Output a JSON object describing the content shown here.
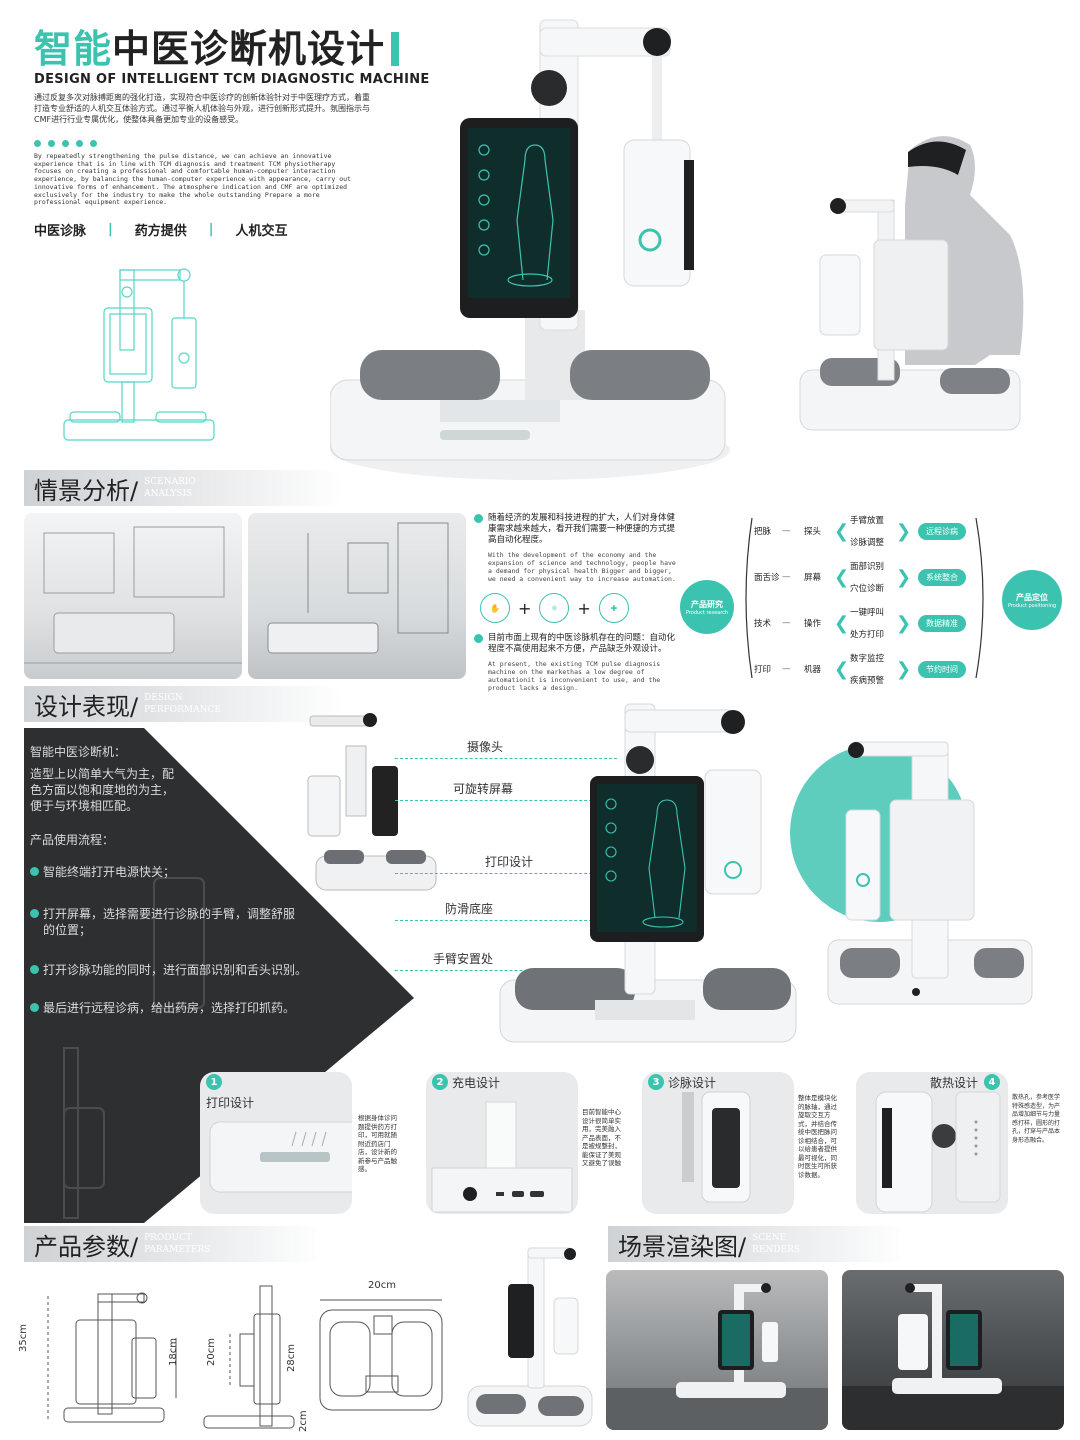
{
  "header": {
    "title_teal": "智能",
    "title_dark": "中医诊断机设计",
    "title_en": "DESIGN OF INTELLIGENT TCM DIAGNOSTIC MACHINE",
    "intro_cn": "通过反复多次对脉搏距离的强化打造，实现符合中医诊疗的创新体验针对于中医理疗方式，着重打造专业舒适的人机交互体验方式。通过平衡人机体验与外观，进行创新形式提升。氛围指示与CMF进行行业专属优化，使整体具备更加专业的设备感受。",
    "intro_en": "By repeatedly strengthening the pulse distance, we can achieve an innovative experience that is in line with TCM diagnosis and treatment TCM physiotherapy focuses on creating a professional and comfortable human-computer interaction experience, by balancing the human-computer experience with appearance, carry out innovative forms of enhancement. The atmosphere indication and CMF are optimized exclusively for the industry to make the whole outstanding Prepare a more professional equipment experience.",
    "keywords": [
      "中医诊脉",
      "药方提供",
      "人机交互"
    ],
    "separator": "|"
  },
  "scenario": {
    "title_cn": "情景分析/",
    "title_en_1": "SCENARIO",
    "title_en_2": "ANALYSIS",
    "para1_cn": "随着经济的发展和科技进程的扩大，人们对身体健康需求越来越大，看开我们需要一种便捷的方式提高自动化程度。",
    "para1_en": "With the development of the economy and the expansion of science and technology, people have a demand for physical health Bigger and bigger, we need a convenient way to increase automation.",
    "plus": "+",
    "research_label": "产品研究",
    "research_en": "Product research",
    "para2_cn": "目前市面上现有的中医诊脉机存在的问题：自动化程度不高使用起来不方便，产品缺乏外观设计。",
    "para2_en": "At present, the existing TCM pulse diagnosis machine on the markethas a low degree of automationit is inconvenient to use, and the product lacks a design."
  },
  "positioning": {
    "rows": [
      {
        "left": "把脉",
        "mid": "探头",
        "items": [
          "手臂放置",
          "诊脉调整"
        ],
        "tag": "远程诊病"
      },
      {
        "left": "面舌诊",
        "mid": "屏幕",
        "items": [
          "面部识别",
          "穴位诊断"
        ],
        "tag": "系统整合"
      },
      {
        "left": "技术",
        "mid": "操作",
        "items": [
          "一键呼叫",
          "处方打印"
        ],
        "tag": "数据精准"
      },
      {
        "left": "打印",
        "mid": "机器",
        "items": [
          "数字监控",
          "疾病预警"
        ],
        "tag": "节约时间"
      }
    ],
    "center_label": "产品定位",
    "center_en": "Product positioning",
    "dash": "—"
  },
  "design": {
    "title_cn": "设计表现/",
    "title_en_1": "DESIGN",
    "title_en_2": "PERFORMANCE",
    "name": "智能中医诊断机：",
    "desc": "造型上以简单大气为主，配色方面以饱和度地的为主，便于与环境相匹配。",
    "flow_title": "产品使用流程：",
    "steps": [
      "智能终端打开电源快关；",
      "打开屏幕，选择需要进行诊脉的手臂，调整舒服的位置；",
      "打开诊脉功能的同时，进行面部识别和舌头识别。",
      "最后进行远程诊病，给出药房，选择打印抓药。"
    ],
    "callouts": [
      "摄像头",
      "可旋转屏幕",
      "打印设计",
      "防滑底座",
      "手臂安置处"
    ]
  },
  "features": [
    {
      "num": "1",
      "title": "打印设计",
      "text": "根据身体诊问题提供药方打印，可用就随附近药店门店，设计新的新参与产品触感。"
    },
    {
      "num": "2",
      "title": "充电设计",
      "text": "目前智能中心设计很简单实用，完美融入产品表面，不是被规整封，能保证了美观又避免了误触"
    },
    {
      "num": "3",
      "title": "诊脉设计",
      "text": "整体是模块化的脉轴，通过旋取交互方式，并结合传统中医把脉问诊相结合，可以给患者提供最可视化，同时医生可所获诊数据。"
    },
    {
      "num": "4",
      "title": "散热设计",
      "text": "散热孔，参考医学特殊感造型，为产品增加细节与力量感打样，圆形的打孔，打穿与产品本身形态融合。"
    }
  ],
  "params": {
    "title_cn": "产品参数/",
    "title_en_1": "PRODUCT",
    "title_en_2": "PARAMETERS",
    "dims": [
      "35cm",
      "18cm",
      "20cm",
      "28cm",
      "2cm",
      "20cm"
    ]
  },
  "scene": {
    "title_cn": "场景渲染图/",
    "title_en_1": "SCENE",
    "title_en_2": "RENDERS"
  },
  "colors": {
    "accent": "#3cc3b0",
    "dark": "#222222",
    "panel_dark": "#2e2f31"
  }
}
